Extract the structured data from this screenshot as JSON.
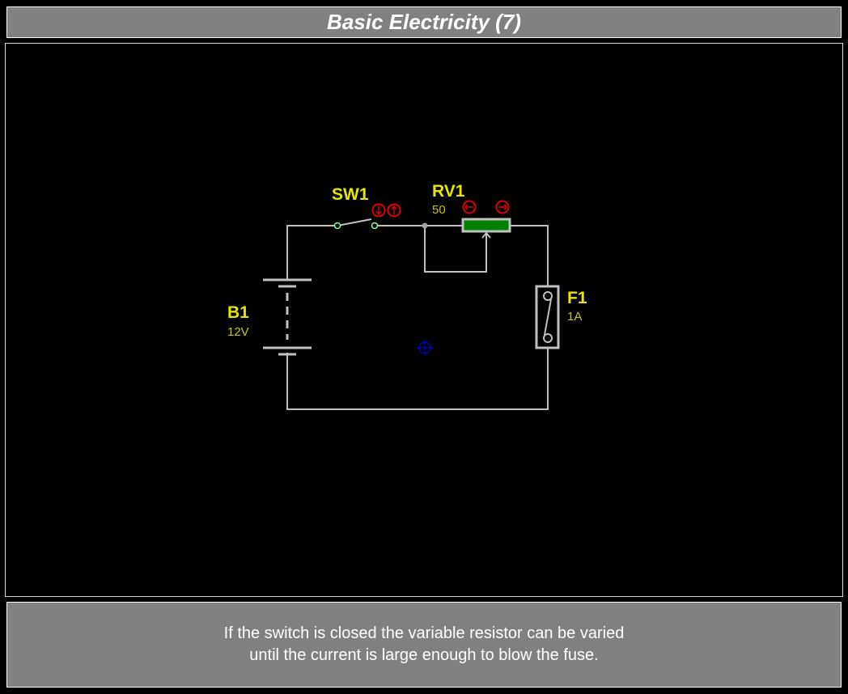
{
  "header": {
    "title": "Basic Electricity (7)"
  },
  "circuit": {
    "battery": {
      "ref": "B1",
      "value": "12V"
    },
    "switch": {
      "ref": "SW1"
    },
    "resistor": {
      "ref": "RV1",
      "value": "50"
    },
    "fuse": {
      "ref": "F1",
      "value": "1A"
    }
  },
  "caption": {
    "line1": "If the switch is closed the variable resistor can be varied",
    "line2": "until the current is large enough to blow the fuse."
  },
  "colors": {
    "wire": "#c0c0c0",
    "label": "#e6e600",
    "value": "#c8c800",
    "control": "#e00000",
    "resistor_fill": "#008000",
    "cursor": "#0000ff"
  }
}
